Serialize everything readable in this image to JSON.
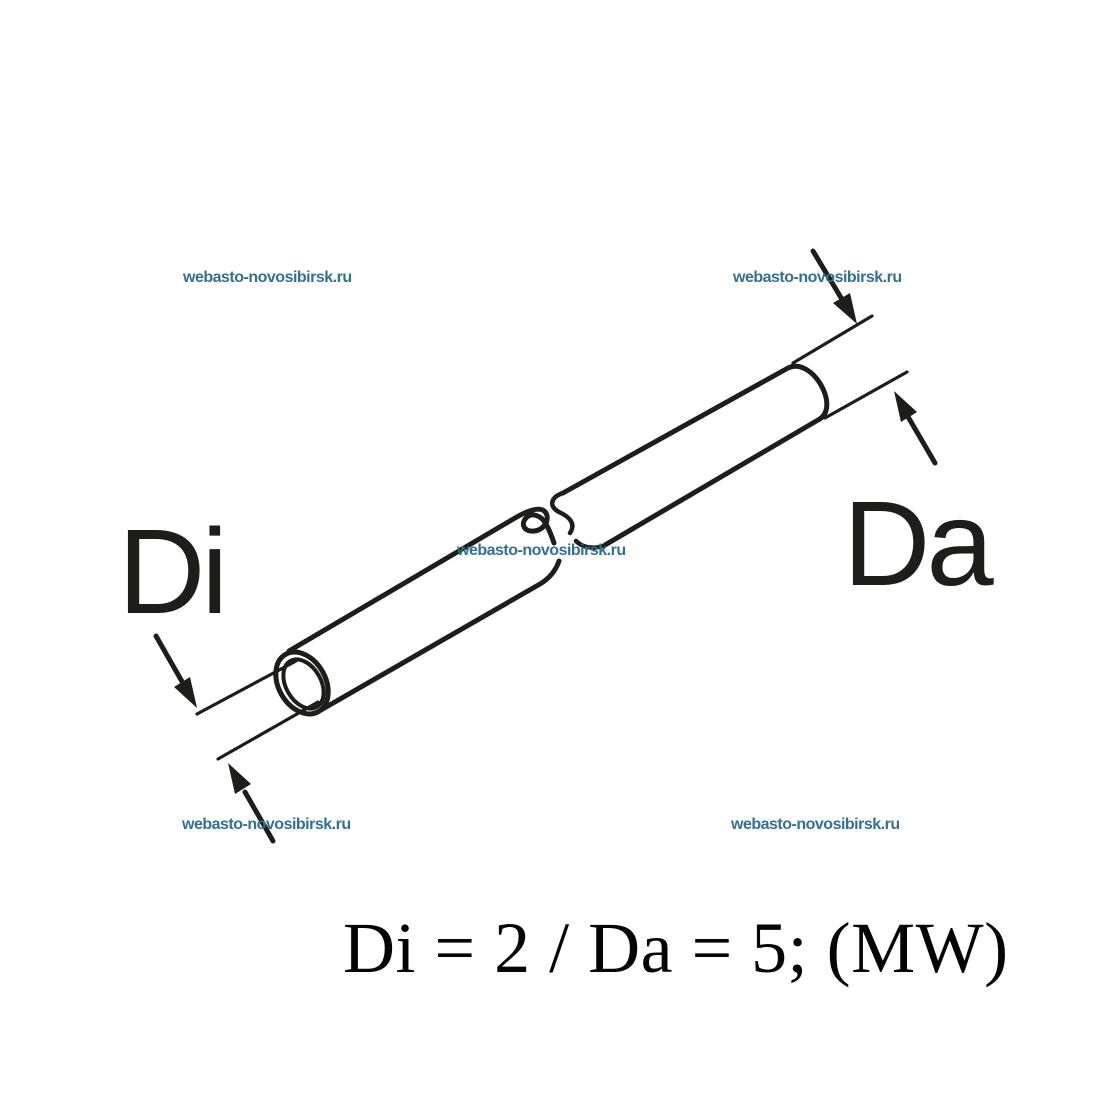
{
  "page": {
    "background_color": "#ffffff",
    "line_color": "#1d1d1b"
  },
  "watermark": {
    "text": "webasto-novosibirsk.ru",
    "color": "#34708f"
  },
  "diagram": {
    "inner_diameter_label": "Di",
    "outer_diameter_label": "Da",
    "caption": "Di = 2 / Da = 5; (MW)"
  }
}
